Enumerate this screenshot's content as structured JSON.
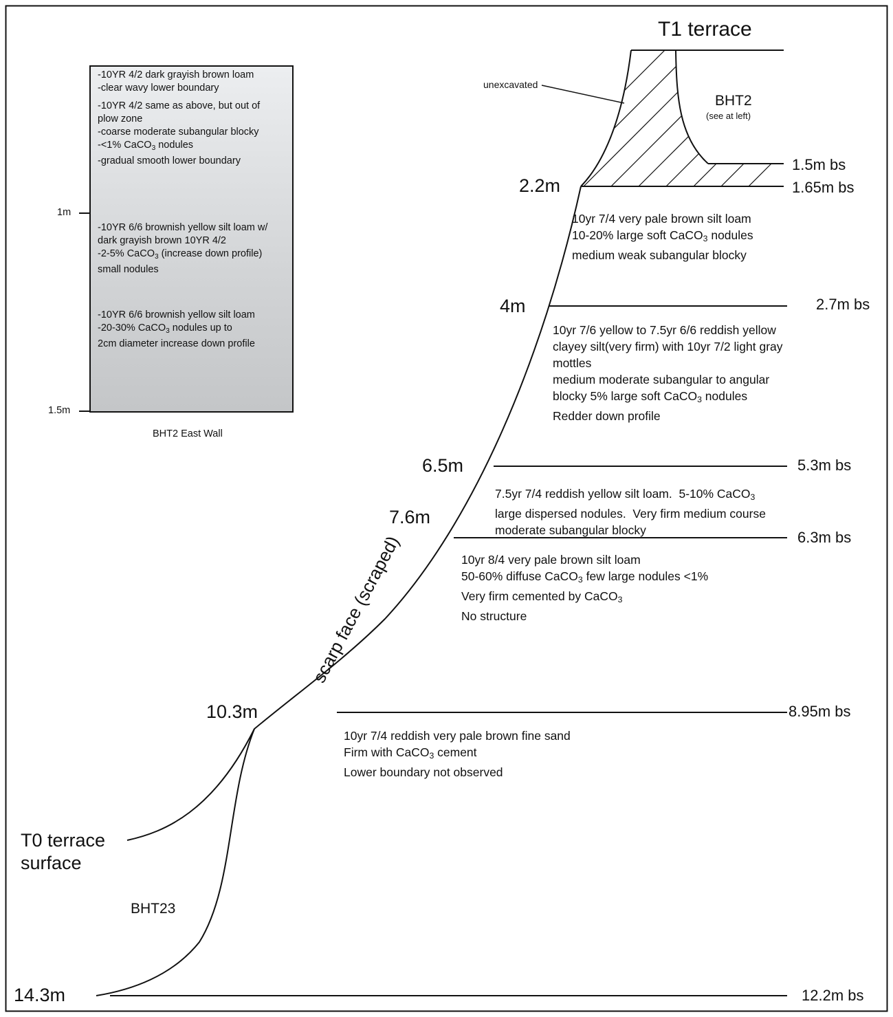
{
  "labels": {
    "t1_terrace": "T1 terrace",
    "unexcavated": "unexcavated",
    "bht2": "BHT2",
    "bht2_note": "(see at left)",
    "scarp_face": "scarp face (scraped)",
    "t0_line1": "T0 terrace",
    "t0_line2": "surface",
    "bht23": "BHT23"
  },
  "depths_left": [
    "2.2m",
    "4m",
    "6.5m",
    "7.6m",
    "10.3m",
    "14.3m"
  ],
  "depths_right": [
    "1.5m bs",
    "1.65m bs",
    "2.7m bs",
    "5.3m bs",
    "6.3m bs",
    "8.95m bs",
    "12.2m bs"
  ],
  "units": [
    {
      "lines": [
        {
          "text": "10yr 7/4 very pale brown silt loam"
        },
        {
          "text": "10-20% large soft CaCO",
          "sub": "3",
          "after": " nodules"
        },
        {
          "text": "medium weak subangular blocky"
        }
      ]
    },
    {
      "lines": [
        {
          "text": "10yr 7/6 yellow to 7.5yr 6/6 reddish yellow"
        },
        {
          "text": "clayey silt(very firm) with 10yr 7/2 light gray"
        },
        {
          "text": "mottles"
        },
        {
          "text": "medium moderate subangular to angular"
        },
        {
          "text": "blocky 5% large soft CaCO",
          "sub": "3",
          "after": " nodules"
        },
        {
          "text": "Redder down profile"
        }
      ]
    },
    {
      "lines": [
        {
          "text": "7.5yr 7/4 reddish yellow silt loam.  5-10% CaCO",
          "sub": "3"
        },
        {
          "text": "large dispersed nodules.  Very firm medium course"
        },
        {
          "text": "moderate subangular blocky"
        }
      ]
    },
    {
      "lines": [
        {
          "text": "10yr 8/4 very pale brown silt loam"
        },
        {
          "text": "50-60% diffuse CaCO",
          "sub": "3",
          "after": " few large nodules <1%"
        },
        {
          "text": "Very firm cemented by CaCO",
          "sub": "3"
        },
        {
          "text": "No structure"
        }
      ]
    },
    {
      "lines": [
        {
          "text": "10yr 7/4 reddish very pale brown fine sand"
        },
        {
          "text": "Firm with CaCO",
          "sub": "3",
          "after": " cement"
        },
        {
          "text": "Lower boundary not observed"
        }
      ]
    }
  ],
  "inset": {
    "caption": "BHT2 East Wall",
    "scale_1m": "1m",
    "scale_15m": "1.5m",
    "blocks": [
      {
        "lines": [
          {
            "text": "-10YR 4/2 dark grayish brown loam"
          },
          {
            "text": "-clear wavy lower boundary"
          }
        ]
      },
      {
        "lines": [
          {
            "text": "-10YR 4/2 same as above, but out of"
          },
          {
            "text": "plow zone"
          },
          {
            "text": "-coarse moderate subangular blocky"
          },
          {
            "text": "-<1% CaCO",
            "sub": "3",
            "after": " nodules"
          },
          {
            "text": "-gradual smooth lower boundary"
          }
        ]
      },
      {
        "lines": [
          {
            "text": "-10YR 6/6 brownish yellow silt loam w/"
          },
          {
            "text": "dark grayish brown 10YR 4/2"
          },
          {
            "text": "-2-5% CaCO",
            "sub": "3",
            "after": " (increase down profile)"
          },
          {
            "text": "small nodules"
          }
        ]
      },
      {
        "lines": [
          {
            "text": "-10YR 6/6 brownish yellow silt loam"
          },
          {
            "text": "-20-30% CaCO",
            "sub": "3",
            "after": " nodules up to"
          },
          {
            "text": "2cm diameter increase down profile"
          }
        ]
      }
    ]
  }
}
